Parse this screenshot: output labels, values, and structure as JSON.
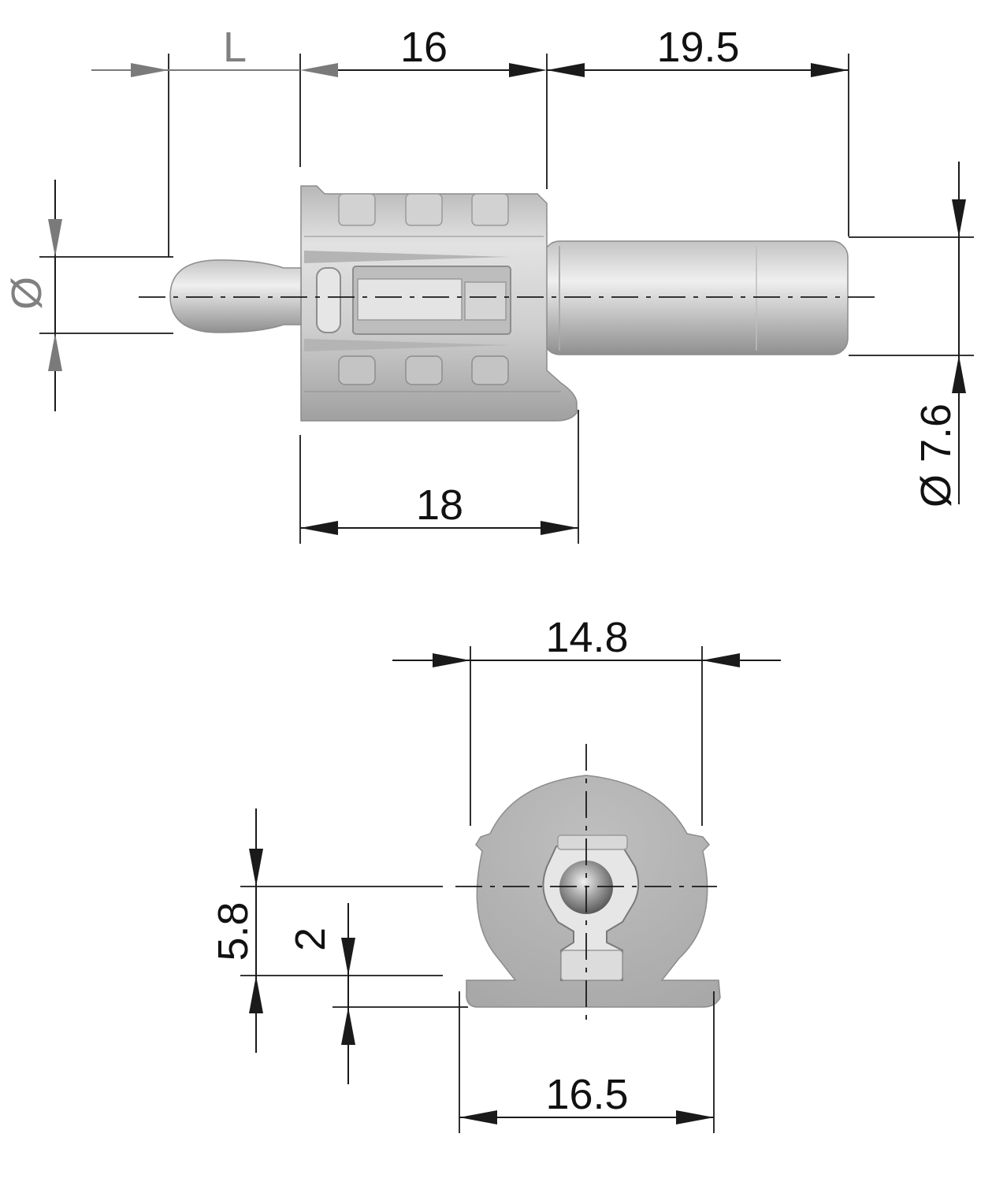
{
  "side_view": {
    "dim_L": "L",
    "dim_top_middle": "16",
    "dim_top_right": "19.5",
    "dim_bottom": "18",
    "dim_pin_diameter": "Ø",
    "dim_sleeve_diameter": "Ø 7.6"
  },
  "end_view": {
    "dim_top_width": "14.8",
    "dim_bottom_width": "16.5",
    "dim_height": "5.8",
    "dim_offset": "2"
  },
  "colors": {
    "part_light": "#dcdcdc",
    "part_mid": "#bdbdbd",
    "part_dark": "#8a8a8a",
    "lines": "#1a1a1a"
  }
}
